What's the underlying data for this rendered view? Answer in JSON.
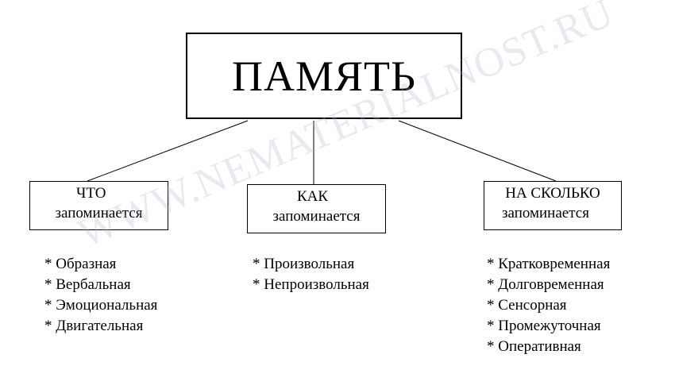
{
  "root": {
    "title": "ПАМЯТЬ"
  },
  "branches": [
    {
      "line1": "ЧТО",
      "line2": "запоминается",
      "items": [
        "Образная",
        "Вербальная",
        "Эмоциональная",
        "Двигательная"
      ]
    },
    {
      "line1": "КАК",
      "line2": "запоминается",
      "items": [
        "Произвольная",
        "Непроизвольная"
      ]
    },
    {
      "line1": "НА СКОЛЬКО",
      "line2": "запоминается",
      "items": [
        "Кратковременная",
        "Долговременная",
        "Сенсорная",
        "Промежуточная",
        "Оперативная"
      ]
    }
  ],
  "watermark": "WWW.NEMATERIALNOST.RU"
}
